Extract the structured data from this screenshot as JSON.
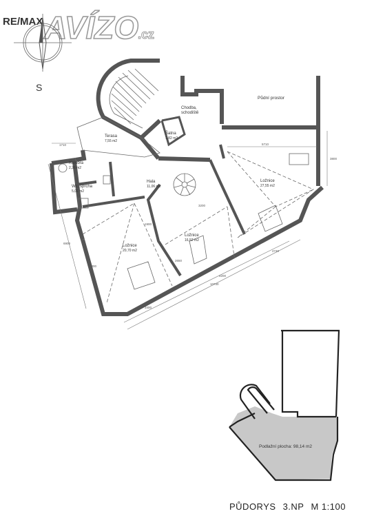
{
  "brand": {
    "remax": "RE/MAX",
    "avizo": "AVÍZO",
    "avizo_tld": ".cz"
  },
  "compass": {
    "north_letter": "S"
  },
  "rooms": {
    "pudni": {
      "name": "Půdní prostor"
    },
    "chodba": {
      "name": "Chodba,\nschodiště"
    },
    "chodba_l1": "Chodba,",
    "chodba_l2": "schodiště",
    "satna": {
      "name": "Šatna",
      "area": "1,82 m2"
    },
    "terasa": {
      "name": "Terasa",
      "area": "7,55 m2"
    },
    "komora": {
      "name": "Komora",
      "area": "2,26 m2"
    },
    "wc": {
      "name": "Wc, sprcha",
      "area": "5,01 m2"
    },
    "hala": {
      "name": "Hala",
      "area": "11,06 m2"
    },
    "loznice_right": {
      "name": "Ložnice",
      "area": "27,55 m2"
    },
    "loznice_mid": {
      "name": "Ložnice",
      "area": "16,52 m2"
    },
    "loznice_left": {
      "name": "Ložnice",
      "area": "20,70 m2"
    }
  },
  "dimensions": [
    "1710",
    "5710",
    "3800",
    "2740",
    "4200",
    "10730",
    "3400",
    "3200",
    "6900",
    "1900",
    "2650",
    "3400"
  ],
  "overview": {
    "area_label": "Podlažní plocha: 98,14 m2"
  },
  "footer": {
    "title": "PŮDORYS",
    "floor": "3.NP",
    "scale": "M 1:100"
  },
  "colors": {
    "shade": "#c8c8c8",
    "wall": "#555555",
    "logo_gray": "#9a9a9a"
  }
}
